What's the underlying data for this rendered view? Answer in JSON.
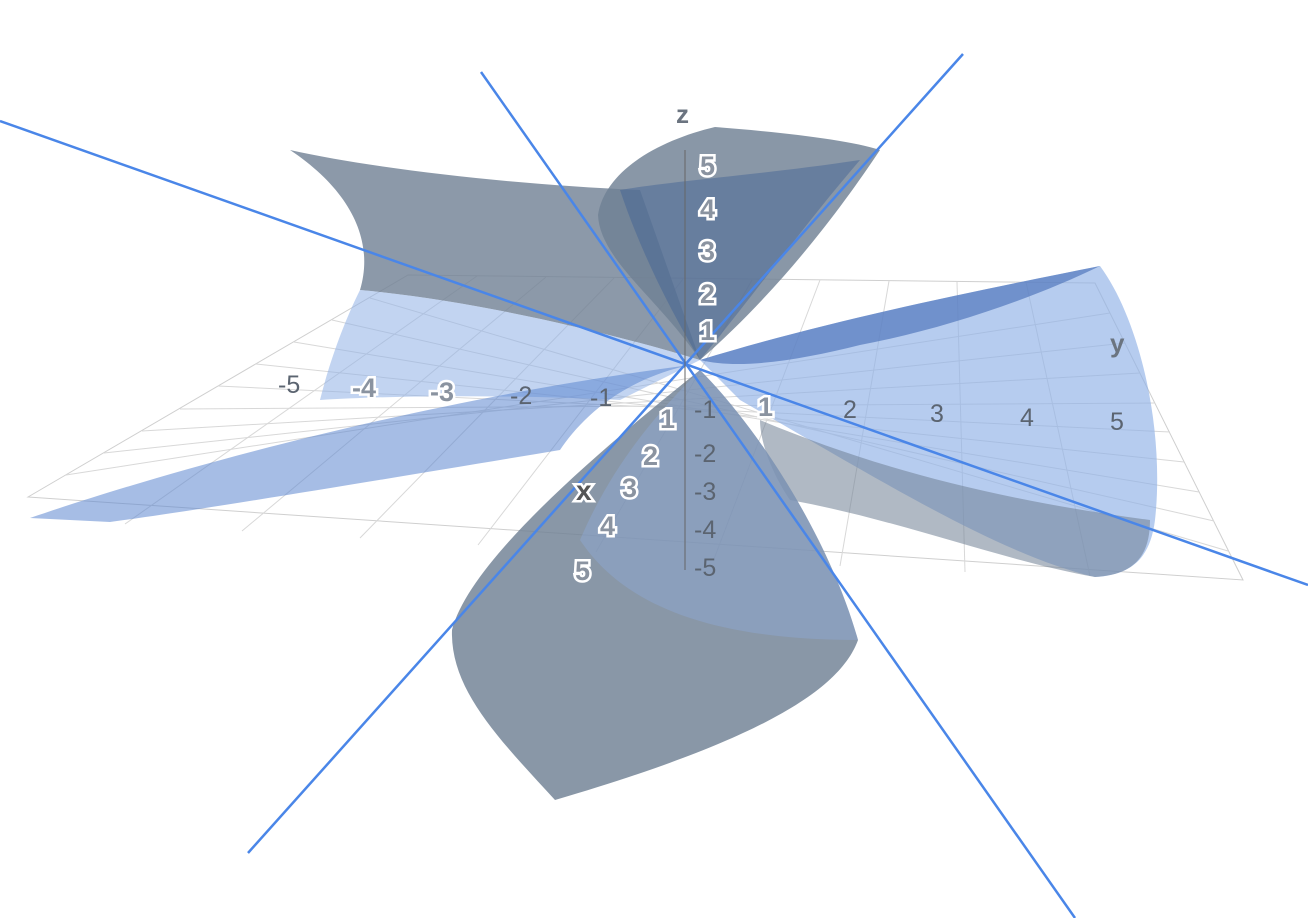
{
  "axes": {
    "x_label": "x",
    "y_label": "y",
    "z_label": "z",
    "x_ticks": [
      "1",
      "2",
      "3",
      "4",
      "5"
    ],
    "y_ticks": [
      "-5",
      "-4",
      "-3",
      "-2",
      "-1",
      "1",
      "2",
      "3",
      "4",
      "5"
    ],
    "z_ticks": [
      "5",
      "4",
      "3",
      "2",
      "1",
      "-1",
      "-2",
      "-3",
      "-4",
      "-5"
    ],
    "range": [
      -5,
      5
    ]
  },
  "colors": {
    "surface": "#6f8094",
    "surface_highlight": "#8fb0e6",
    "line": "#4a86e8",
    "grid": "#c8c8c8",
    "tick": "#5b6470"
  },
  "legend": {
    "surface_icon": "hyperboloid-surface-icon",
    "line_icon": "straight-line-icon"
  }
}
